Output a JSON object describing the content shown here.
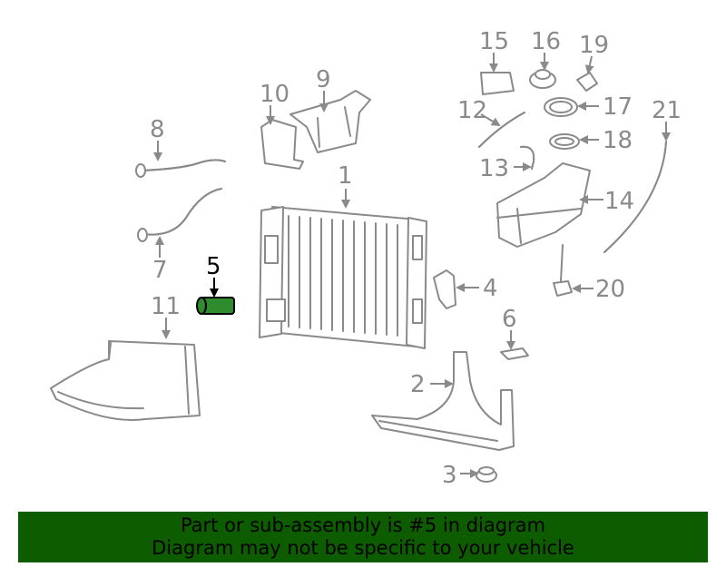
{
  "diagram": {
    "highlighted_part": "5",
    "callouts": [
      "1",
      "2",
      "3",
      "4",
      "5",
      "6",
      "7",
      "8",
      "9",
      "10",
      "11",
      "12",
      "13",
      "14",
      "15",
      "16",
      "17",
      "18",
      "19",
      "20",
      "21"
    ]
  },
  "footer": {
    "line1": "Part or sub-assembly is #5 in diagram",
    "line2": "Diagram may not be specific to your vehicle"
  },
  "colors": {
    "footer_background": "#0d5c00",
    "highlight_part": "#2e8b2e",
    "line_art": "#8a8a8a"
  }
}
